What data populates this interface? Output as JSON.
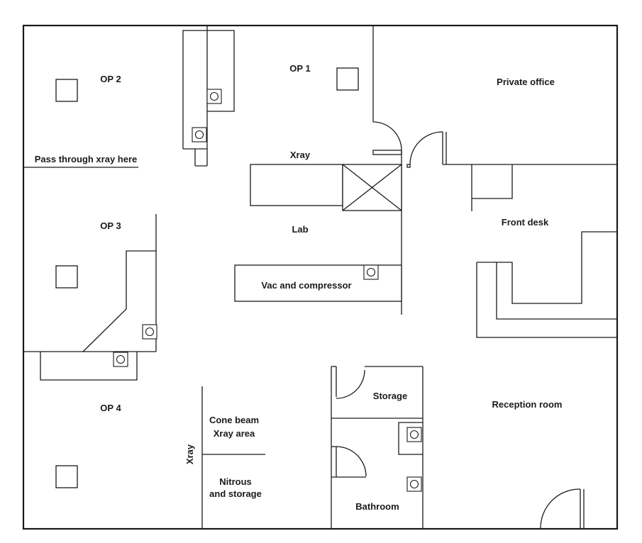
{
  "rooms": {
    "op2": "OP 2",
    "op1": "OP 1",
    "private_office": "Private office",
    "pass_through": "Pass through xray here",
    "xray_top": "Xray",
    "op3": "OP 3",
    "lab": "Lab",
    "front_desk": "Front desk",
    "vac_compressor": "Vac and compressor",
    "storage": "Storage",
    "reception": "Reception room",
    "op4": "OP 4",
    "cone_beam_1": "Cone beam",
    "cone_beam_2": "Xray area",
    "xray_vertical": "Xray",
    "nitrous_1": "Nitrous",
    "nitrous_2": "and storage",
    "bathroom": "Bathroom"
  },
  "icons": {
    "sink": "sink-icon",
    "chair": "dental-chair-icon",
    "door": "door-swing-icon",
    "xray_unit": "xray-unit-icon"
  },
  "colors": {
    "line": "#1a1a1a",
    "background": "#ffffff"
  }
}
